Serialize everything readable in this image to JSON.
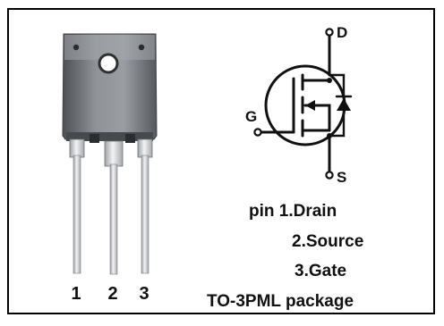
{
  "package_view": {
    "pin_numbers": [
      "1",
      "2",
      "3"
    ]
  },
  "symbol": {
    "drain_label": "D",
    "gate_label": "G",
    "source_label": "S"
  },
  "pin_list": {
    "line1": "pin 1.Drain",
    "line2": "2.Source",
    "line3": "3.Gate",
    "package_name": "TO-3PML package"
  },
  "colors": {
    "body_dark": "#55585d",
    "body_mid": "#8a8d92",
    "body_light": "#b9bcc0",
    "lead": "#c7c9cc",
    "lead_highlight": "#f2f3f4",
    "ink": "#111111"
  }
}
